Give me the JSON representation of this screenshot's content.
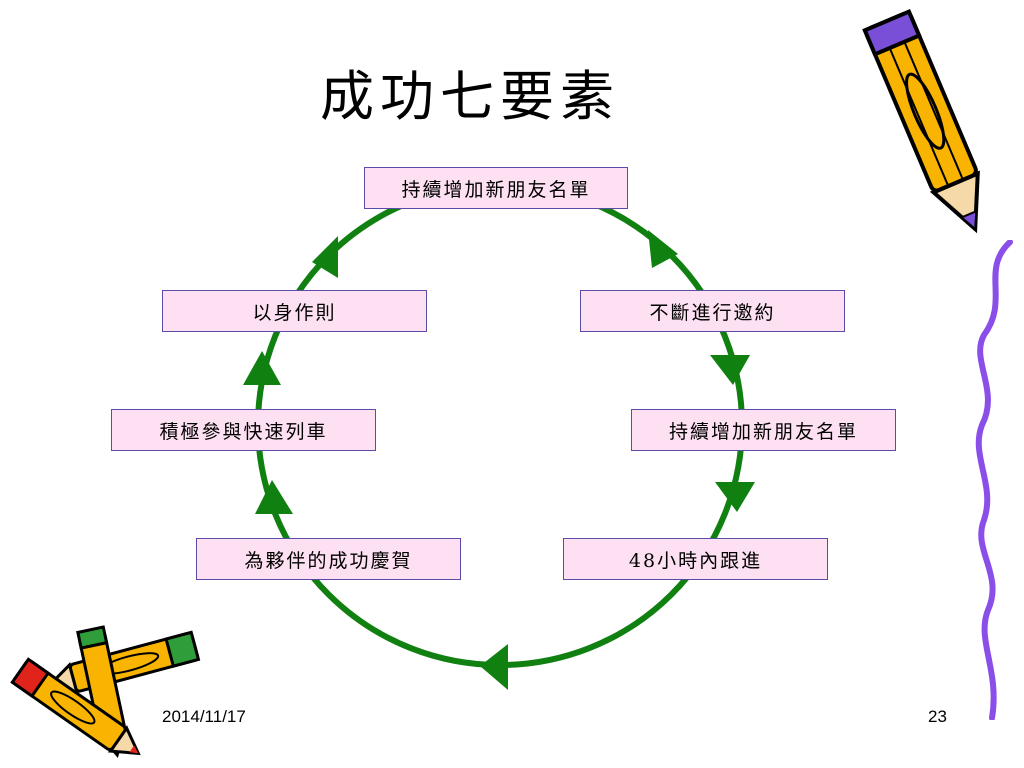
{
  "slide": {
    "title": "成功七要素",
    "footer_date": "2014/11/17",
    "page_number": "23"
  },
  "cycle": {
    "accent_color": "#108010",
    "box_fill": "#fde0f2",
    "box_border": "#5b4aa8",
    "steps": [
      "持續增加新朋友名單",
      "不斷進行邀約",
      "持續增加新朋友名單",
      "48小時內跟進",
      "為夥伴的成功慶賀",
      "積極參與快速列車",
      "以身作則"
    ]
  },
  "decorations": {
    "pencil_icon_primary": "pencil-icon",
    "pencils_icon_secondary": "crossed-pencils-icon",
    "squiggle_icon": "purple-squiggle-line"
  }
}
